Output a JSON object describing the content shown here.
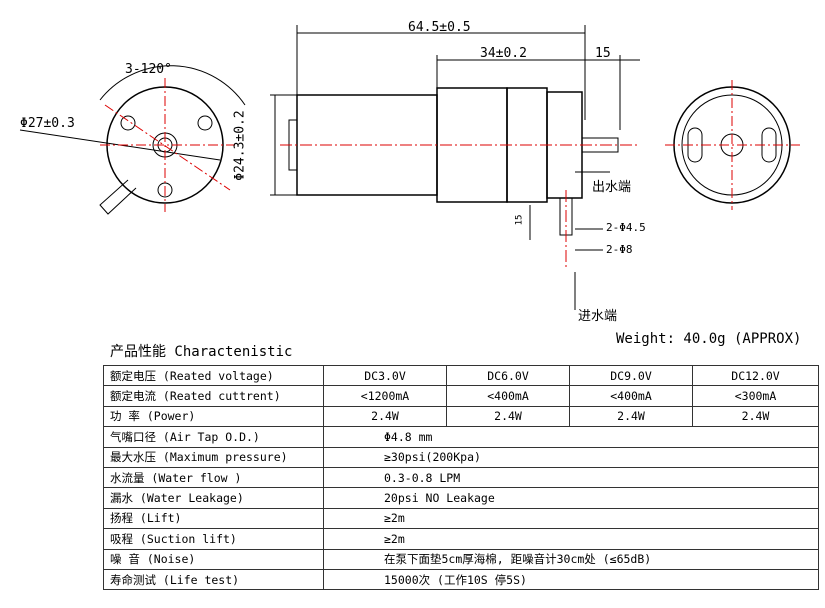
{
  "drawing": {
    "overall_length": "64.5±0.5",
    "head_length": "34±0.2",
    "outlet_length": "15",
    "angle": "3-120°",
    "flange_dia": "Φ27±0.3",
    "body_dia": "Φ24.3±0.2",
    "outlet_label": "出水端",
    "inlet_length": "15",
    "nozzle_inner": "2-Φ4.5",
    "nozzle_outer": "2-Φ8",
    "inlet_label": "进水端"
  },
  "weight": "Weight: 40.0g (APPROX)",
  "section_title": "产品性能  Charactenistic",
  "table": {
    "rows": [
      {
        "label": "额定电压 (Reated voltage)",
        "values": [
          "DC3.0V",
          "DC6.0V",
          "DC9.0V",
          "DC12.0V"
        ]
      },
      {
        "label": "额定电流 (Reated cuttrent)",
        "values": [
          "<1200mA",
          "<400mA",
          "<400mA",
          "<300mA"
        ]
      },
      {
        "label": "功    率 (Power)",
        "values": [
          "2.4W",
          "2.4W",
          "2.4W",
          "2.4W"
        ]
      },
      {
        "label": "气嘴口径 (Air Tap O.D.)",
        "value": "Φ4.8 mm"
      },
      {
        "label": "最大水压 (Maximum pressure)",
        "value": "≥30psi(200Kpa)"
      },
      {
        "label": "水流量 (Water flow )",
        "value": "0.3-0.8 LPM"
      },
      {
        "label": "漏水 (Water Leakage)",
        "value": "20psi NO Leakage"
      },
      {
        "label": "扬程 (Lift)",
        "value": "≥2m"
      },
      {
        "label": "吸程 (Suction lift)",
        "value": "≥2m"
      },
      {
        "label": "噪    音 (Noise)",
        "value": "在泵下面垫5cm厚海棉, 距噪音计30cm处 (≤65dB)"
      },
      {
        "label": "寿命测试 (Life test)",
        "value": "15000次  (工作10S 停5S)"
      }
    ]
  }
}
